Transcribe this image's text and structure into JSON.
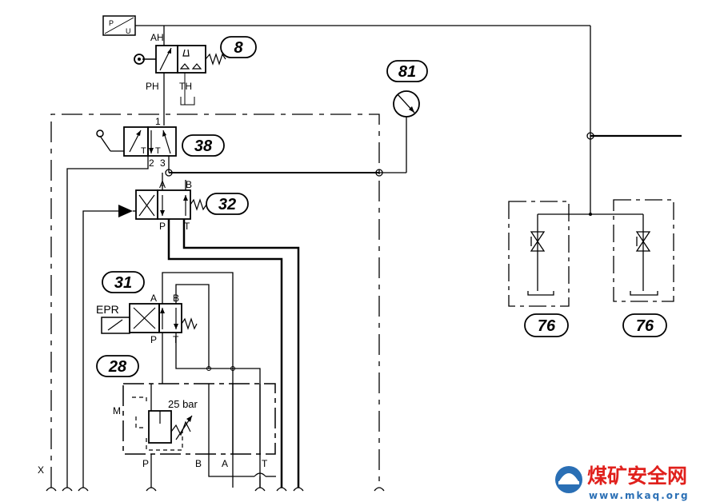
{
  "components": {
    "c8": "8",
    "c81": "81",
    "c38": "38",
    "c32": "32",
    "c31": "31",
    "c28": "28",
    "c76a": "76",
    "c76b": "76"
  },
  "ports": {
    "AH": "AH",
    "PH": "PH",
    "TH": "TH",
    "p38_1": "1",
    "p38_2": "2",
    "p38_3": "3",
    "p38_T1": "T",
    "p38_T2": "T",
    "A32": "A",
    "B32": "B",
    "P32": "P",
    "T32": "T",
    "A31": "A",
    "B31": "B",
    "P31": "P",
    "T31": "T",
    "M": "M",
    "P28": "P",
    "B28": "B",
    "A28": "A",
    "T28": "T",
    "X": "X"
  },
  "labels": {
    "epr": "EPR",
    "pressure": "25 bar",
    "sensor": "P U"
  },
  "watermark": {
    "site_cn": "煤矿安全网",
    "site_url": "www.mkaq.org",
    "color": "#e0201c",
    "logo_color": "#2a6fb5"
  }
}
